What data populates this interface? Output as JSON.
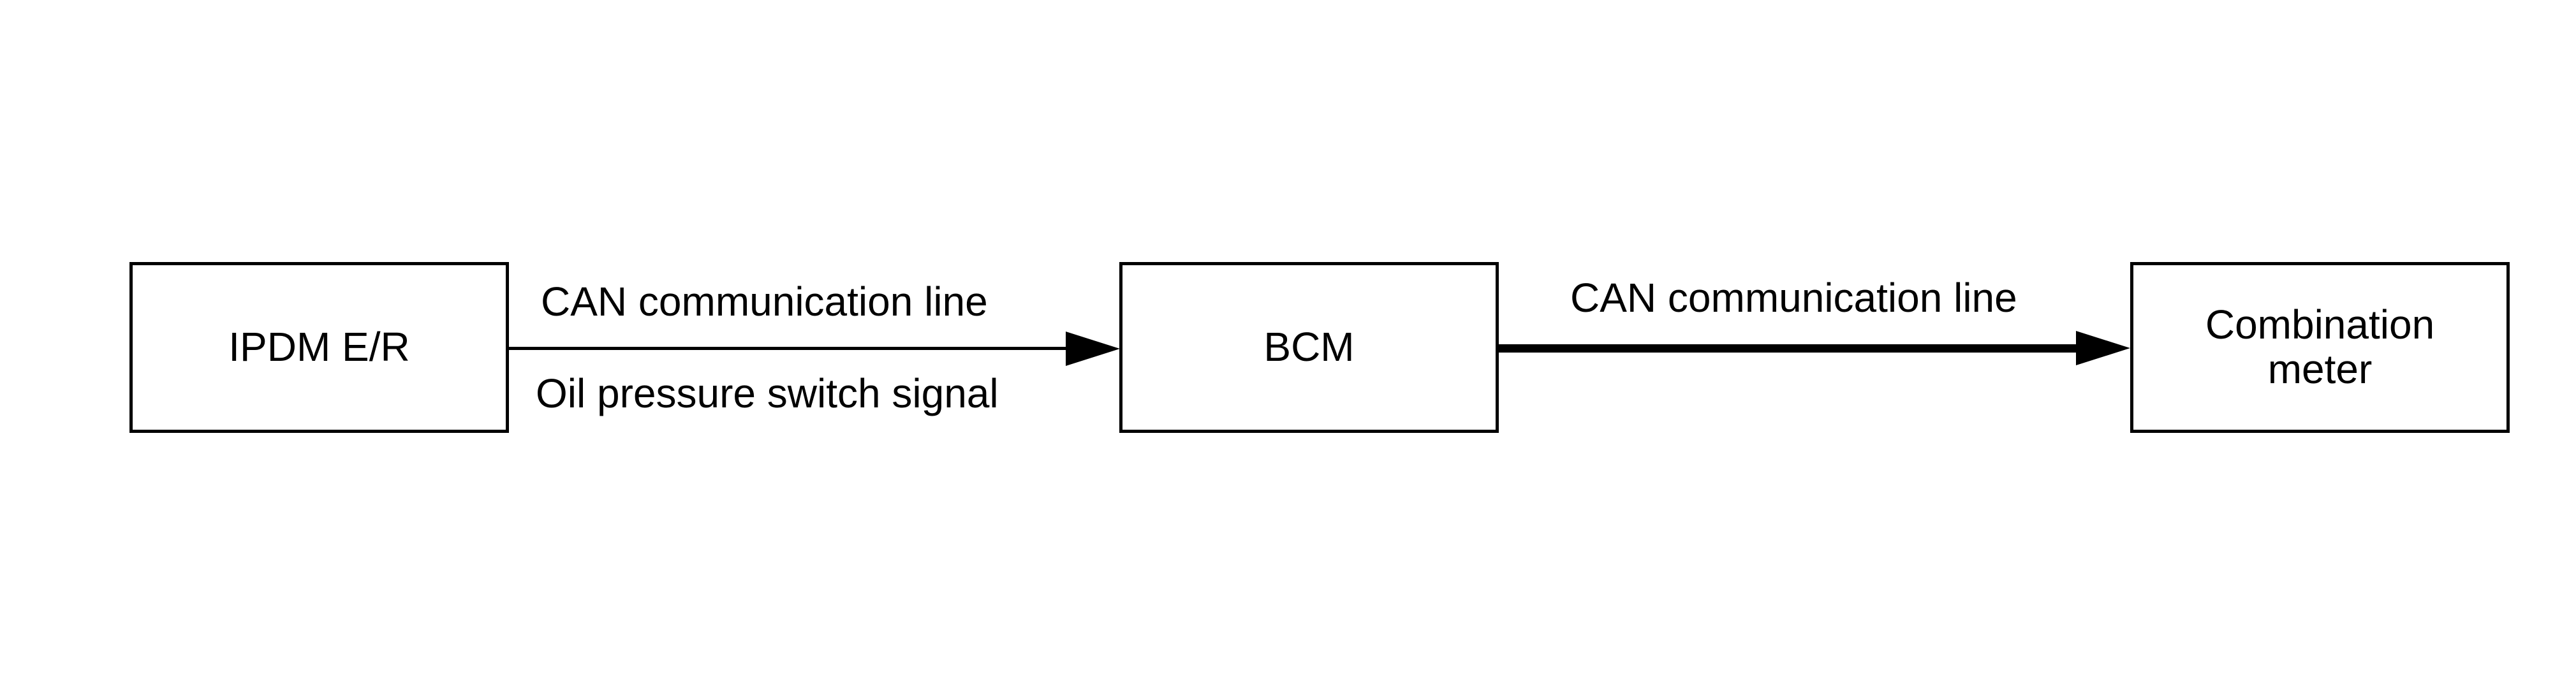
{
  "diagram": {
    "colors": {
      "background": "#ffffff",
      "stroke": "#000000",
      "text": "#000000"
    },
    "nodes": [
      {
        "id": "ipdm-er",
        "label": "IPDM E/R"
      },
      {
        "id": "bcm",
        "label": "BCM"
      },
      {
        "id": "combination-meter",
        "label": "Combination meter"
      }
    ],
    "edges": [
      {
        "from": "IPDM E/R",
        "to": "BCM",
        "style": "thin-arrow",
        "direction": "right",
        "label_above": "CAN communication line",
        "label_below": "Oil pressure switch signal"
      },
      {
        "from": "BCM",
        "to": "Combination meter",
        "style": "thick-arrow",
        "direction": "right",
        "label_above": "CAN communication line"
      }
    ]
  }
}
